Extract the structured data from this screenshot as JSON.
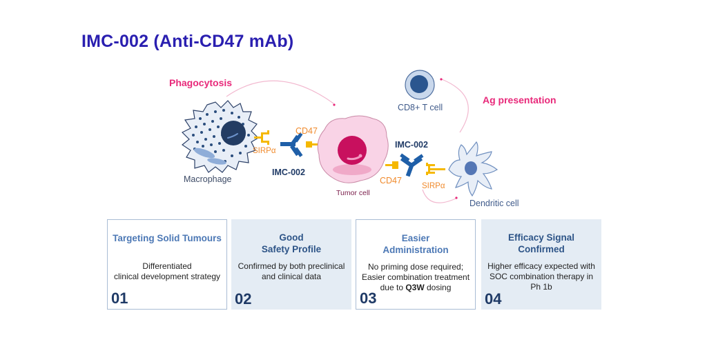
{
  "title": "IMC-002 (Anti-CD47 mAb)",
  "diagram": {
    "process_labels": {
      "phagocytosis": "Phagocytosis",
      "ag_presentation": "Ag presentation"
    },
    "cells": {
      "macrophage": "Macrophage",
      "tumor_cell": "Tumor cell",
      "cd8_t_cell": "CD8+ T cell",
      "dendritic_cell": "Dendritic cell"
    },
    "receptors": {
      "sirpa_left": "SIRPα",
      "cd47_left": "CD47",
      "cd47_right": "CD47",
      "sirpa_right": "SIRPα"
    },
    "antibody_labels": {
      "left": "IMC-002",
      "right": "IMC-002"
    },
    "colors": {
      "title": "#2a1fb0",
      "process_label": "#e8297a",
      "receptor_label": "#f08a2c",
      "receptor_shape": "#f5b800",
      "antibody": "#1f5fa8",
      "tumor_body": "#f9d3e6",
      "tumor_nucleus": "#c8105e",
      "immune_body": "#e8eef7",
      "immune_nucleus": "#2b4e7e"
    }
  },
  "cards": [
    {
      "number": "01",
      "title_line1": "Targeting Solid Tumours",
      "title_line2": "",
      "body_line1": "Differentiated",
      "body_line2": "clinical development strategy",
      "body_line3": ""
    },
    {
      "number": "02",
      "title_line1": "Good",
      "title_line2": "Safety Profile",
      "body_line1": "Confirmed by both preclinical",
      "body_line2": "and clinical data",
      "body_line3": ""
    },
    {
      "number": "03",
      "title_line1": "Easier",
      "title_line2": "Administration",
      "body_line1": "No priming dose required;",
      "body_line2": "Easier combination treatment",
      "body_line3_pre": "due to ",
      "body_line3_bold": "Q3W",
      "body_line3_post": " dosing"
    },
    {
      "number": "04",
      "title_line1": "Efficacy Signal",
      "title_line2": "Confirmed",
      "body_line1": "Higher efficacy expected with",
      "body_line2": "SOC combination therapy in",
      "body_line3": "Ph 1b"
    }
  ]
}
